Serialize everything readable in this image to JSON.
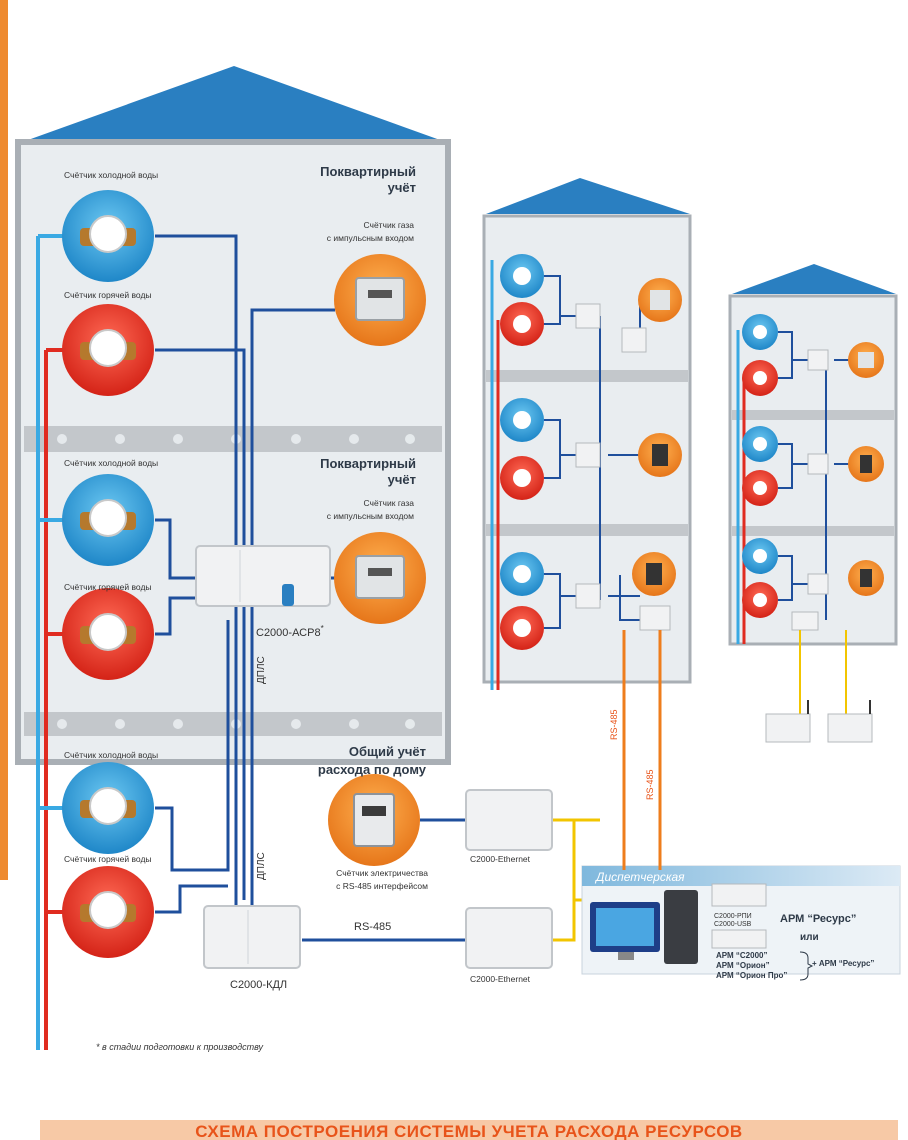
{
  "colors": {
    "roof": "#2a7fc1",
    "wall": "#e9edf0",
    "frame": "#a9afb5",
    "floor_slab": "#c3c7cb",
    "cold_pipe": "#39a9e3",
    "hot_pipe": "#e02b20",
    "wire_blue": "#1f4f9c",
    "rs485": "#ee7d1c",
    "radio": "#f2c500",
    "cold_meter": "#2f9ed9",
    "hot_meter": "#e53222",
    "gas_meter": "#ef8a22",
    "footer_band": "#f7c9a6",
    "footer_text": "#e8541a"
  },
  "main_building": {
    "floor1": {
      "header": [
        "Поквартирный",
        "учёт"
      ],
      "cold_meter_label": "Счётчик холодной воды",
      "hot_meter_label": "Счётчик горячей воды",
      "gas_meter_label": [
        "Счётчик газа",
        "с импульсным входом"
      ]
    },
    "floor2": {
      "header": [
        "Поквартирный",
        "учёт"
      ],
      "cold_meter_label": "Счётчик холодной воды",
      "hot_meter_label": "Счётчик горячей воды",
      "gas_meter_label": [
        "Счётчик газа",
        "с импульсным входом"
      ],
      "device_label": "С2000-АСР8",
      "device_footnote_mark": "*"
    },
    "floor3": {
      "header": [
        "Общий учёт",
        "расхода по дому"
      ],
      "cold_meter_label": "Счётчик холодной воды",
      "hot_meter_label": "Счётчик горячей воды",
      "electric_meter_label": [
        "Счётчик электричества",
        "с RS-485 интерфейсом"
      ],
      "kdl_label": "С2000-КДЛ",
      "rs485_label": "RS-485"
    },
    "dpls_label": "ДПЛС"
  },
  "ethernet_label_top": "С2000-Ethernet",
  "ethernet_label_bottom": "С2000-Ethernet",
  "footnote": "* в стадии подготовки к производству",
  "dispatch": {
    "title": "Диспетчерская",
    "devices": [
      "С2000-РПИ",
      "С2000-USB"
    ],
    "arm_resource": "АРМ “Ресурс”",
    "or": "или",
    "arms": [
      "АРМ “С2000”",
      "АРМ “Орион”",
      "АРМ “Орион Про”"
    ],
    "plus_arm": "+ АРМ “Ресурс”"
  },
  "building_b": {
    "rs485_labels": [
      "RS-485",
      "RS-485"
    ]
  },
  "footer_title": "СХЕМА ПОСТРОЕНИЯ СИСТЕМЫ УЧЕТА РАСХОДА РЕСУРСОВ"
}
